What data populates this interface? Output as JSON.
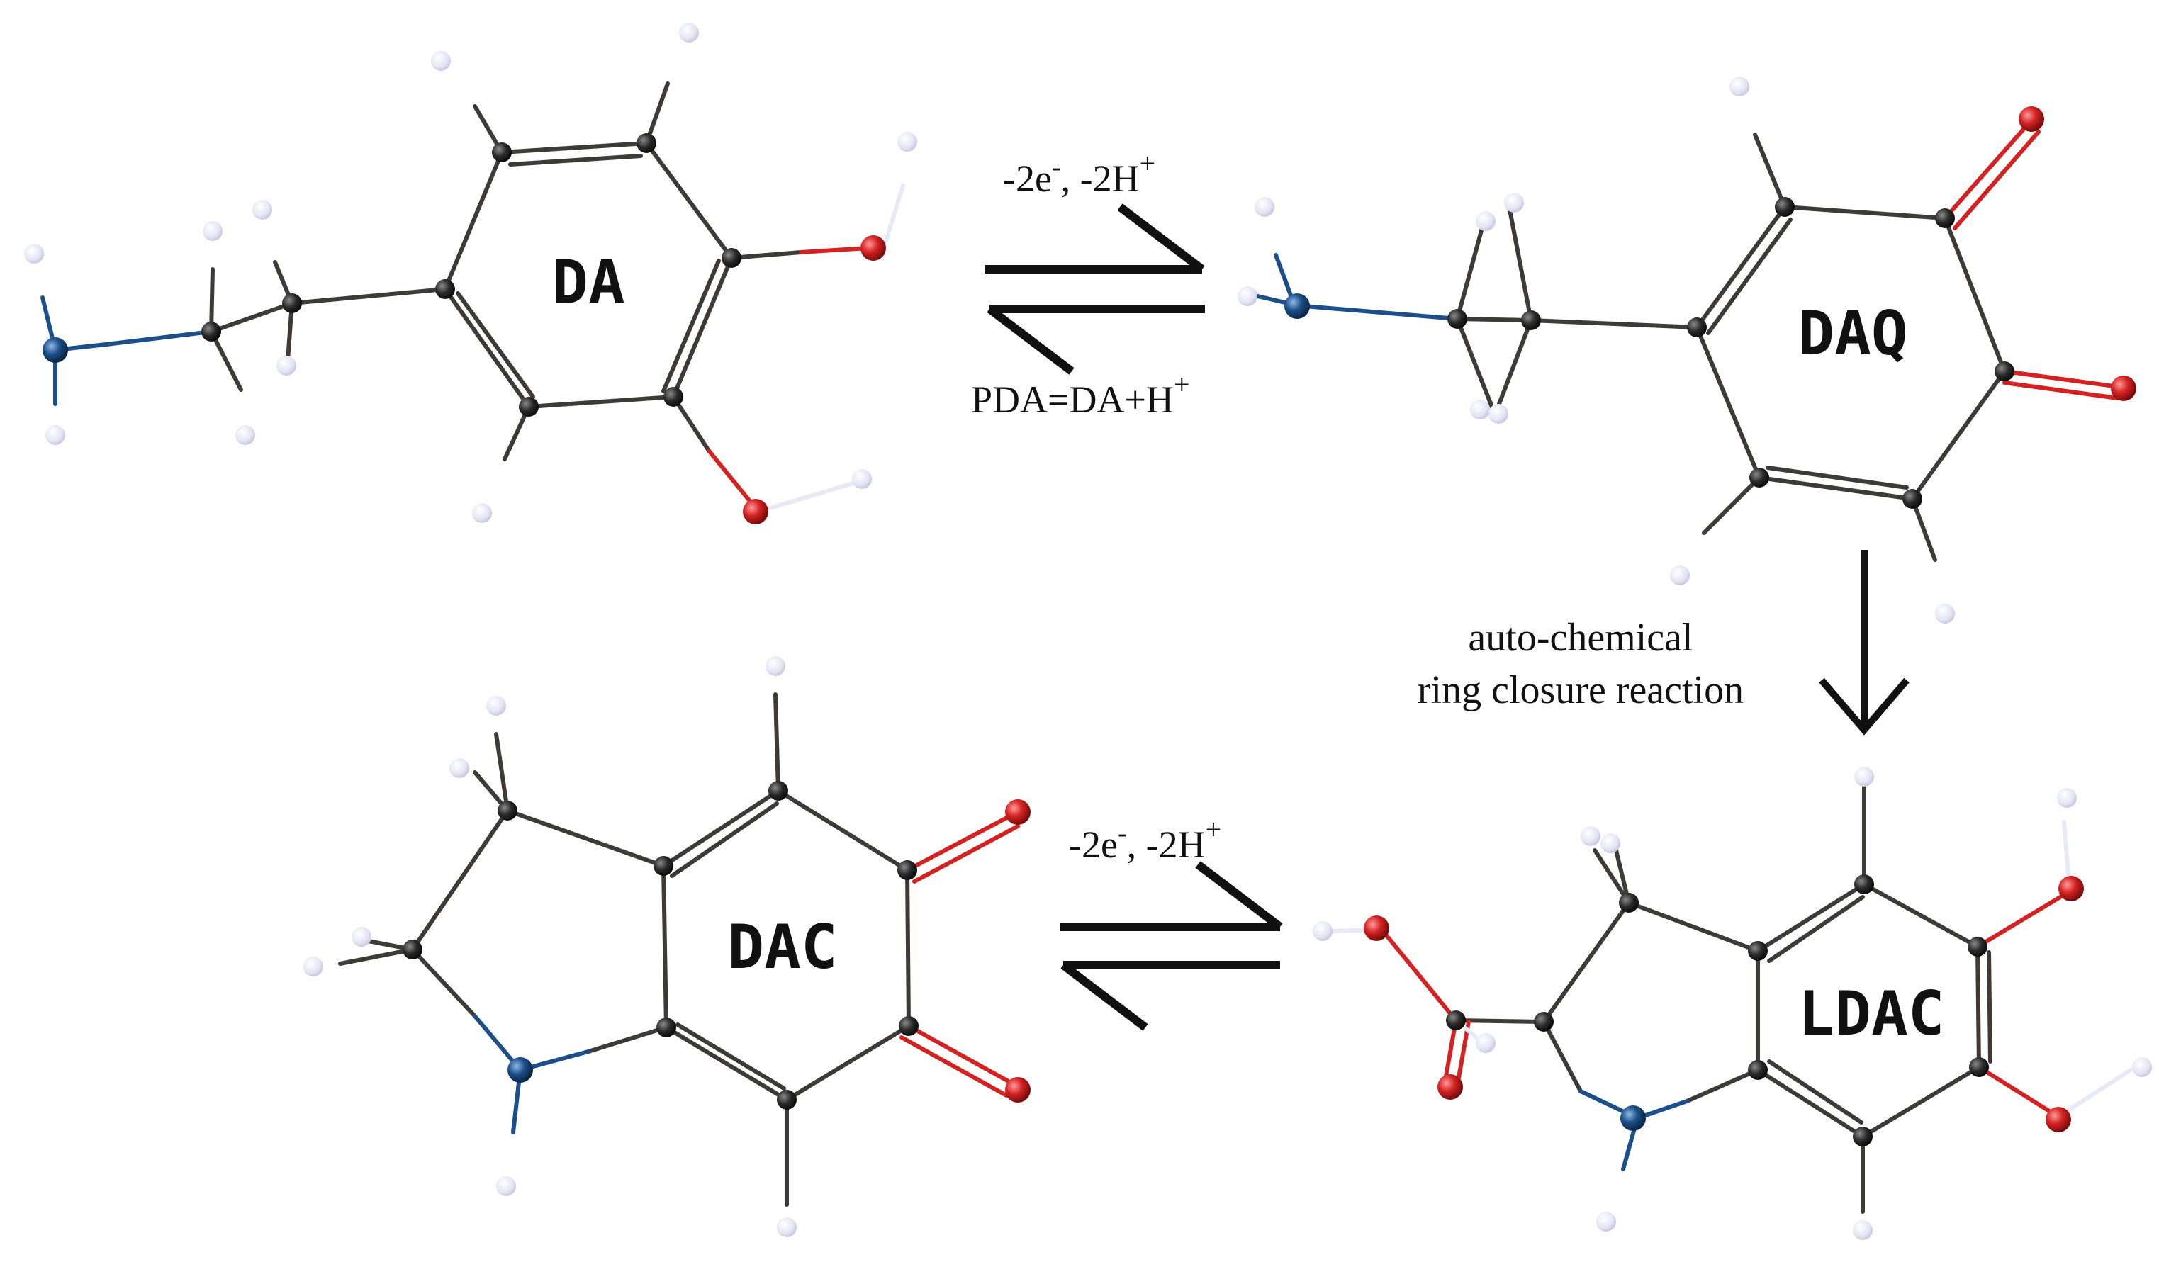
{
  "colors": {
    "background": "#ffffff",
    "bond": "#3e3a36",
    "carbon": "#2b2b2b",
    "hydrogen": "#e8e8f6",
    "oxygen": "#d42222",
    "nitrogen": "#1c4f8a",
    "arrow": "#111111"
  },
  "molecules": {
    "da": {
      "label": "DA"
    },
    "daq": {
      "label": "DAQ"
    },
    "dac": {
      "label": "DAC"
    },
    "ldac": {
      "label": "LDAC"
    }
  },
  "reactions": {
    "da_daq": {
      "forward": {
        "main": "-2e",
        "sup1": "-",
        "rest": ", -2H",
        "sup2": "+"
      },
      "reverse": {
        "main": "PDA=DA+H",
        "sup": "+"
      }
    },
    "daq_ldac": {
      "line1": "auto-chemical",
      "line2": "ring closure reaction"
    },
    "ldac_dac": {
      "forward": {
        "main": "-2e",
        "sup1": "-",
        "rest": ", -2H",
        "sup2": "+"
      }
    }
  }
}
